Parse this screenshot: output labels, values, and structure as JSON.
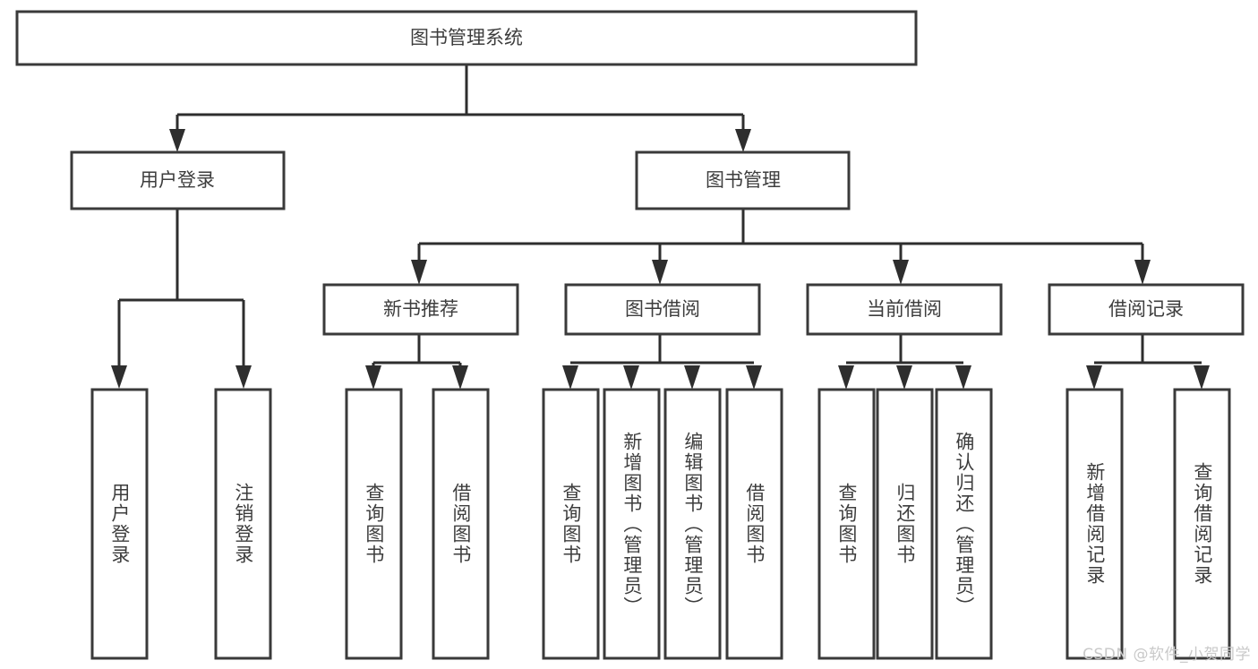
{
  "diagram": {
    "type": "tree-hierarchy",
    "title": "图书管理系统",
    "watermark": "CSDN @软件_小贺同学",
    "colors": {
      "box_stroke": "#3a3a3a",
      "box_fill": "#ffffff",
      "edge": "#2e2e2e",
      "text": "#3d3d3d",
      "watermark": "#c9c9c9",
      "background": "#ffffff"
    },
    "root": {
      "label": "图书管理系统",
      "orientation": "horizontal"
    },
    "level2": [
      {
        "id": "user-login",
        "label": "用户登录",
        "orientation": "horizontal"
      },
      {
        "id": "book-manage",
        "label": "图书管理",
        "orientation": "horizontal"
      }
    ],
    "level3": [
      {
        "id": "new-book-recommend",
        "label": "新书推荐",
        "orientation": "horizontal",
        "parent": "book-manage"
      },
      {
        "id": "book-borrow",
        "label": "图书借阅",
        "orientation": "horizontal",
        "parent": "book-manage"
      },
      {
        "id": "current-borrow",
        "label": "当前借阅",
        "orientation": "horizontal",
        "parent": "book-manage"
      },
      {
        "id": "borrow-record",
        "label": "借阅记录",
        "orientation": "horizontal",
        "parent": "book-manage"
      }
    ],
    "leaves": [
      {
        "id": "leaf-user-login",
        "label": "用户登录",
        "parent": "user-login",
        "orientation": "vertical"
      },
      {
        "id": "leaf-user-logout",
        "label": "注销登录",
        "parent": "user-login",
        "orientation": "vertical"
      },
      {
        "id": "leaf-query-book-1",
        "label": "查询图书",
        "parent": "new-book-recommend",
        "orientation": "vertical"
      },
      {
        "id": "leaf-borrow-book-1",
        "label": "借阅图书",
        "parent": "new-book-recommend",
        "orientation": "vertical"
      },
      {
        "id": "leaf-query-book-2",
        "label": "查询图书",
        "parent": "book-borrow",
        "orientation": "vertical"
      },
      {
        "id": "leaf-add-book",
        "label": "新增图书（管理员）",
        "parent": "book-borrow",
        "orientation": "vertical"
      },
      {
        "id": "leaf-edit-book",
        "label": "编辑图书（管理员）",
        "parent": "book-borrow",
        "orientation": "vertical"
      },
      {
        "id": "leaf-borrow-book-2",
        "label": "借阅图书",
        "parent": "book-borrow",
        "orientation": "vertical"
      },
      {
        "id": "leaf-query-book-3",
        "label": "查询图书",
        "parent": "current-borrow",
        "orientation": "vertical"
      },
      {
        "id": "leaf-return-book",
        "label": "归还图书",
        "parent": "current-borrow",
        "orientation": "vertical"
      },
      {
        "id": "leaf-confirm-return",
        "label": "确认归还（管理员）",
        "parent": "current-borrow",
        "orientation": "vertical"
      },
      {
        "id": "leaf-add-record",
        "label": "新增借阅记录",
        "parent": "borrow-record",
        "orientation": "vertical"
      },
      {
        "id": "leaf-query-record",
        "label": "查询借阅记录",
        "parent": "borrow-record",
        "orientation": "vertical"
      }
    ]
  }
}
